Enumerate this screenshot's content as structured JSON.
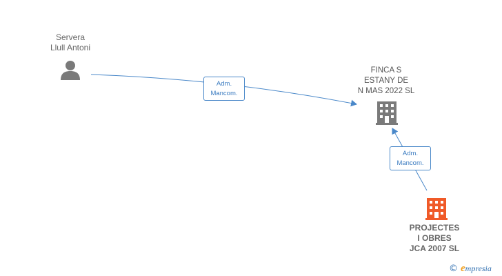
{
  "nodes": {
    "person": {
      "name_line1": "Servera",
      "name_line2": "Llull Antoni",
      "icon": "person-icon"
    },
    "company_main": {
      "name_line1": "FINCA S",
      "name_line2": "ESTANY DE",
      "name_line3": "N MAS 2022  SL",
      "icon": "building-icon"
    },
    "company_highlight": {
      "name_line1": "PROJECTES",
      "name_line2": "I OBRES",
      "name_line3": "JCA 2007  SL",
      "icon": "building-icon"
    }
  },
  "edges": [
    {
      "from": "Servera Llull Antoni",
      "to": "FINCA S ESTANY DE N MAS 2022  SL",
      "label_line1": "Adm.",
      "label_line2": "Mancom."
    },
    {
      "from": "PROJECTES I OBRES JCA 2007  SL",
      "to": "FINCA S ESTANY DE N MAS 2022  SL",
      "label_line1": "Adm.",
      "label_line2": "Mancom."
    }
  ],
  "brand": {
    "copyright_symbol": "©",
    "name_initial": "e",
    "name_rest": "mpresia"
  },
  "colors": {
    "edge": "#4a88c9",
    "icon_gray": "#7a7a7a",
    "icon_highlight": "#f05a28",
    "label_text": "#666666"
  }
}
